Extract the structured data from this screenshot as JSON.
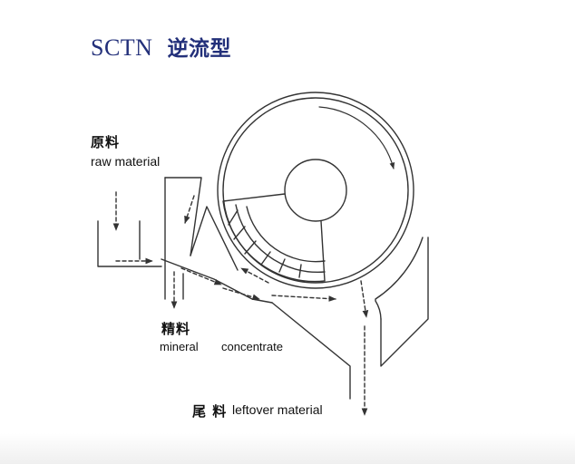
{
  "title": {
    "code": "SCTN",
    "cn": "逆流型"
  },
  "labels": {
    "raw_cn": "原料",
    "raw_en": "raw material",
    "conc_cn": "精料",
    "conc_en_1": "mineral",
    "conc_en_2": "concentrate",
    "tail_cn": "尾 料",
    "tail_en": "leftover material"
  }
}
